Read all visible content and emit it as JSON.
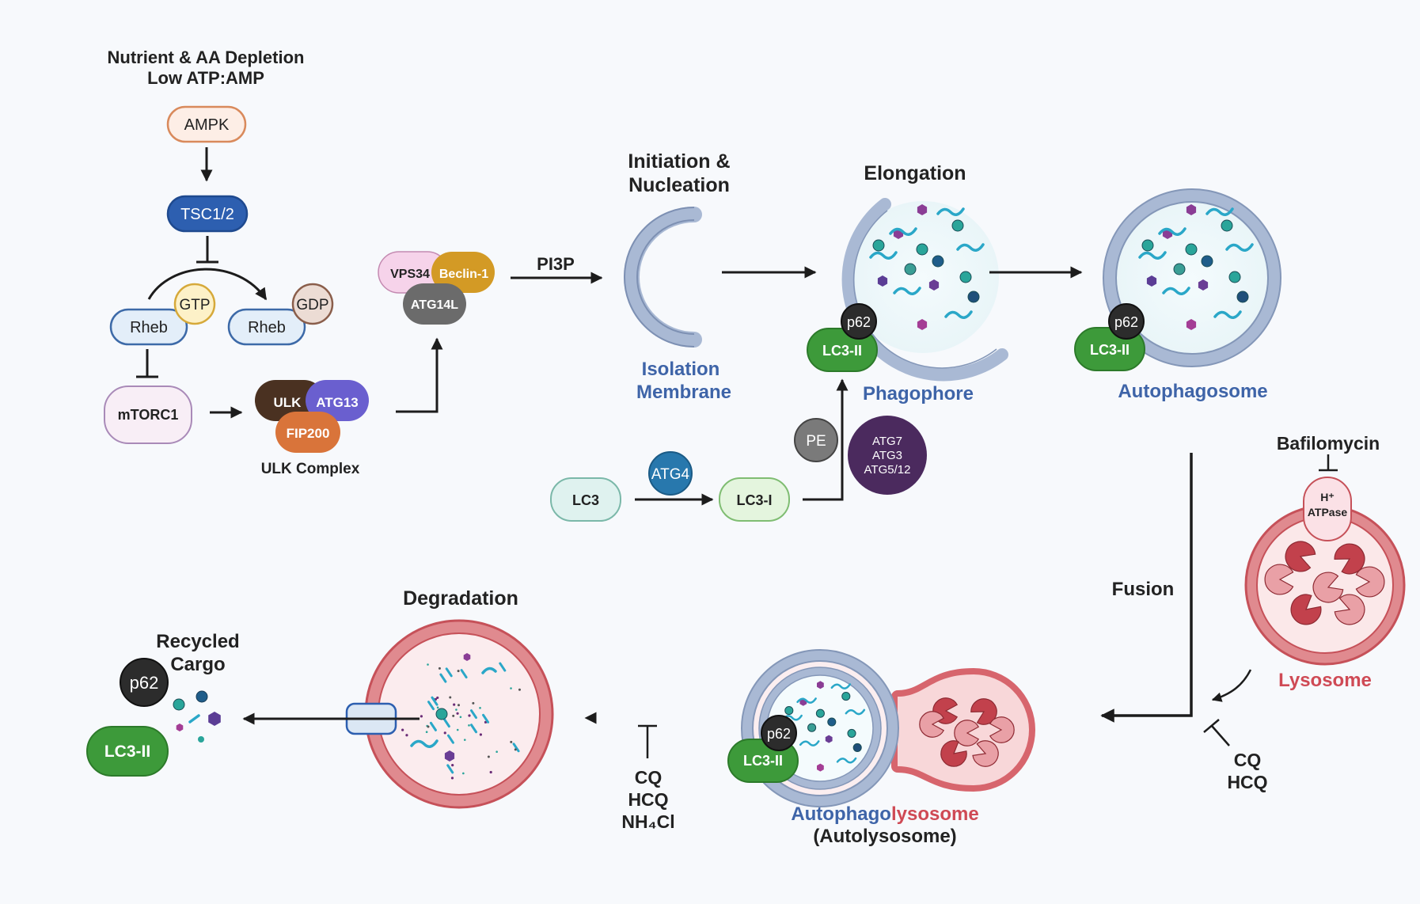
{
  "signaling": {
    "stimulus_line1": "Nutrient & AA Depletion",
    "stimulus_line2": "Low ATP:AMP",
    "ampk": "AMPK",
    "tsc": "TSC1/2",
    "rheb": "Rheb",
    "gtp": "GTP",
    "gdp": "GDP",
    "mtorc1": "mTORC1"
  },
  "ulk_complex": {
    "ulk": "ULK",
    "atg13": "ATG13",
    "fip200": "FIP200",
    "label": "ULK Complex"
  },
  "pi3k_complex": {
    "vps34": "VPS34",
    "beclin": "Beclin-1",
    "atg14l": "ATG14L",
    "product": "PI3P"
  },
  "stages": {
    "initiation_line1": "Initiation &",
    "initiation_line2": "Nucleation",
    "isolation_line1": "Isolation",
    "isolation_line2": "Membrane",
    "elongation": "Elongation",
    "phagophore": "Phagophore",
    "autophagosome": "Autophagosome",
    "fusion": "Fusion",
    "degradation": "Degradation",
    "autolysosome_part1": "Autophago",
    "autolysosome_part2": "lysosome",
    "autolysosome_alt": "(Autolysosome)",
    "recycled_line1": "Recycled",
    "recycled_line2": "Cargo"
  },
  "lc3_pathway": {
    "lc3": "LC3",
    "atg4": "ATG4",
    "lc3_i": "LC3-I",
    "pe": "PE",
    "atg7": "ATG7",
    "atg3": "ATG3",
    "atg5_12": "ATG5/12"
  },
  "markers": {
    "p62": "p62",
    "lc3_ii": "LC3-II"
  },
  "lysosome": {
    "label": "Lysosome",
    "inhibitor": "Bafilomycin",
    "pump_line1": "H⁺",
    "pump_line2": "ATPase"
  },
  "inhibitors": {
    "fusion_line1": "CQ",
    "fusion_line2": "HCQ",
    "degradation_line1": "CQ",
    "degradation_line2": "HCQ",
    "degradation_line3": "NH₄Cl"
  },
  "colors": {
    "membrane_blue": "#a9b9d4",
    "label_blue": "#3e64a8",
    "lysosome_red": "#d7656d",
    "label_red": "#cf4a55",
    "lc3_green": "#3d9a3a",
    "p62_dark": "#2c2c2c",
    "tsc_blue": "#2d5fb0",
    "atg_purple": "#4b2a5e"
  },
  "icons": [
    "arrow",
    "inhibition-bar",
    "membrane",
    "cargo-particle",
    "hydrolase-enzyme"
  ]
}
